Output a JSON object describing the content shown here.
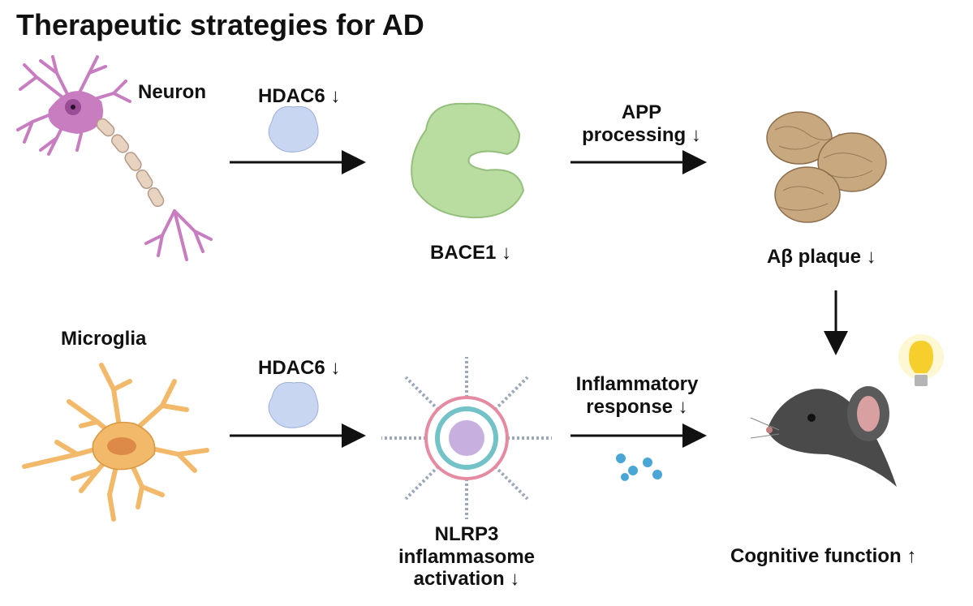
{
  "title": "Therapeutic strategies for AD",
  "top_row": {
    "cell_label": "Neuron",
    "enzyme_label": "HDAC6 ↓",
    "target_label": "BACE1 ↓",
    "process_label_line1": "APP",
    "process_label_line2": "processing ↓",
    "outcome_label": "Aβ plaque ↓"
  },
  "bottom_row": {
    "cell_label": "Microglia",
    "enzyme_label": "HDAC6 ↓",
    "target_label_line1": "NLRP3",
    "target_label_line2": "inflammasome",
    "target_label_line3": "activation ↓",
    "process_label_line1": "Inflammatory",
    "process_label_line2": "response ↓",
    "outcome_label": "Cognitive function ↑"
  },
  "icons": [
    "neuron-icon",
    "hdac6-protein-icon",
    "bace1-protein-icon",
    "amyloid-plaque-icon",
    "microglia-icon",
    "nlrp3-inflammasome-icon",
    "cytokine-dots-icon",
    "mouse-icon",
    "lightbulb-icon"
  ],
  "colors": {
    "neuron": "#c77dc0",
    "microglia": "#f2b96a",
    "hdac6": "#c9d6f2",
    "bace1": "#b9dca0",
    "plaque": "#a88a68",
    "mouse": "#4a4a4a",
    "cytokine": "#4aa6d6",
    "bulb": "#f6cf2c",
    "arrow": "#111111"
  }
}
